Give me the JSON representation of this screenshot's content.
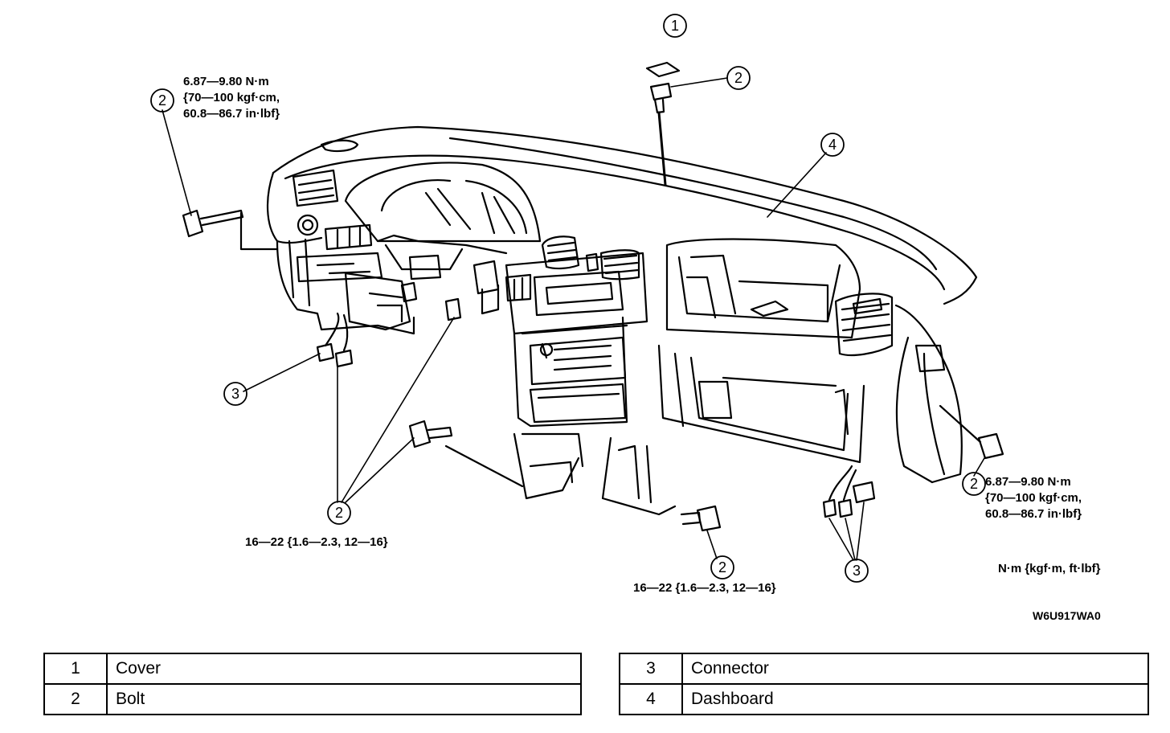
{
  "callouts": [
    {
      "id": "callout-1-top",
      "num": "1"
    },
    {
      "id": "callout-2-top",
      "num": "2"
    },
    {
      "id": "callout-2-left",
      "num": "2"
    },
    {
      "id": "callout-4",
      "num": "4"
    },
    {
      "id": "callout-3-left",
      "num": "3"
    },
    {
      "id": "callout-2-right",
      "num": "2"
    },
    {
      "id": "callout-2-center",
      "num": "2"
    },
    {
      "id": "callout-2-bottom",
      "num": "2"
    },
    {
      "id": "callout-3-right",
      "num": "3"
    }
  ],
  "torque_specs": {
    "upper_left": [
      "6.87—9.80 N·m",
      "{70—100 kgf·cm,",
      "60.8—86.7 in·lbf}"
    ],
    "right": [
      "6.87—9.80 N·m",
      "{70—100 kgf·cm,",
      "60.8—86.7 in·lbf}"
    ],
    "lower_center": "16—22 {1.6—2.3, 12—16}",
    "lower_right": "16—22 {1.6—2.3, 12—16}"
  },
  "units_note": "N·m {kgf·m, ft·lbf}",
  "figure_code": "W6U917WA0",
  "legend": {
    "left": [
      {
        "num": "1",
        "name": "Cover"
      },
      {
        "num": "2",
        "name": "Bolt"
      }
    ],
    "right": [
      {
        "num": "3",
        "name": "Connector"
      },
      {
        "num": "4",
        "name": "Dashboard"
      }
    ]
  }
}
